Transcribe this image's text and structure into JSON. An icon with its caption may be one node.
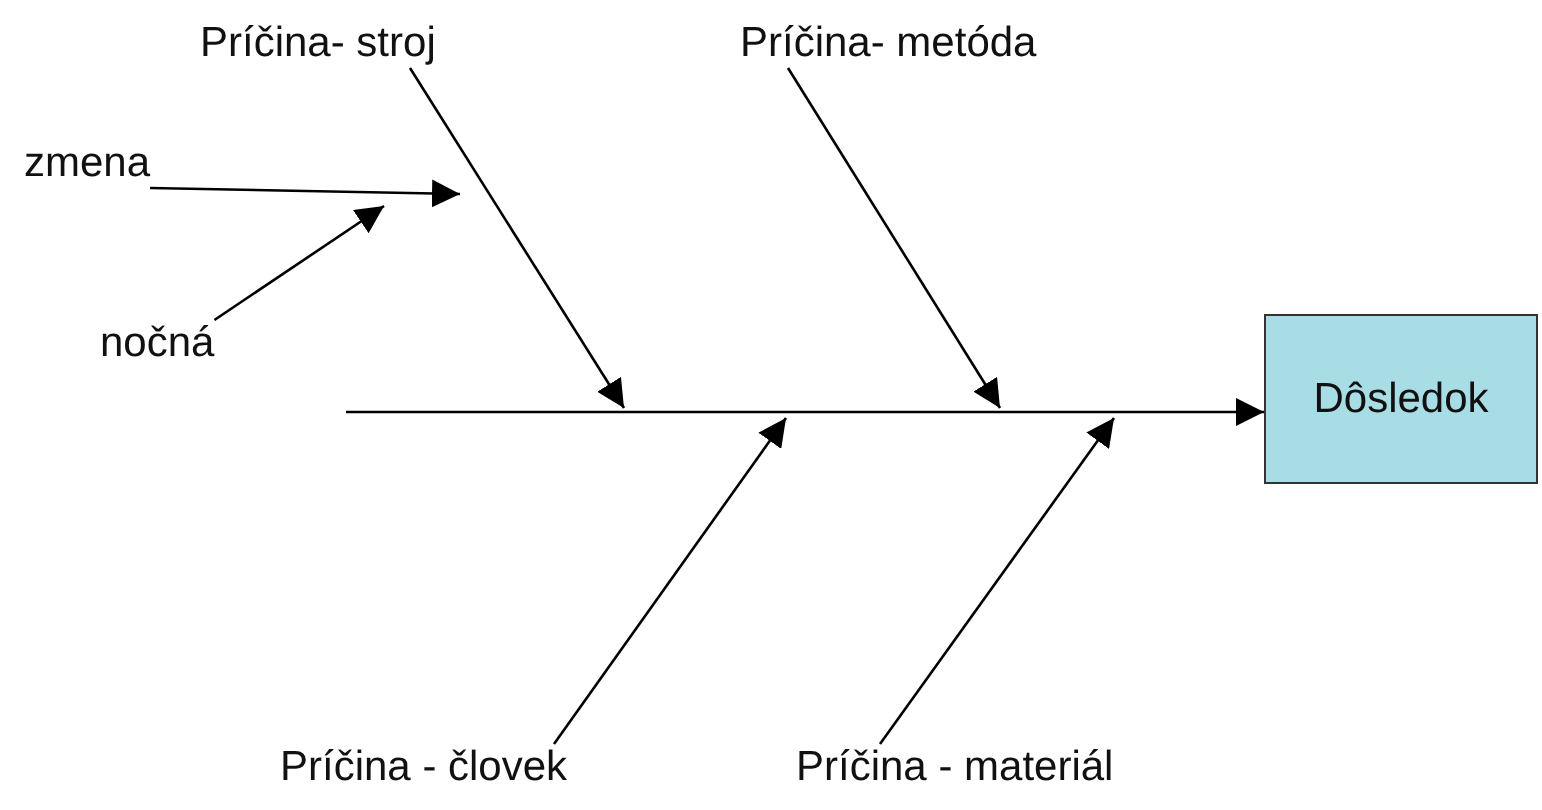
{
  "diagram": {
    "nodes": [
      {
        "text": [
          "Príčina- stroj"
        ]
      },
      {
        "text": [
          "Príčina- metóda"
        ]
      },
      {
        "text": [
          "zmena"
        ]
      },
      {
        "text": [
          "nočná"
        ]
      },
      {
        "text": [
          "Dôsledok"
        ]
      },
      {
        "text": [
          "Príčina - človek"
        ]
      },
      {
        "text": [
          "Príčina - materiál"
        ]
      }
    ],
    "edges": [
      {
        "from": null,
        "to": 4,
        "arrow": "to"
      },
      {
        "from": 0,
        "to": null,
        "arrow": "to"
      },
      {
        "from": 1,
        "to": null,
        "arrow": "to"
      },
      {
        "from": 2,
        "to": null,
        "arrow": "to"
      },
      {
        "from": 3,
        "to": null,
        "arrow": "to"
      },
      {
        "from": 5,
        "to": null,
        "arrow": "to"
      },
      {
        "from": 6,
        "to": null,
        "arrow": "to"
      }
    ]
  }
}
